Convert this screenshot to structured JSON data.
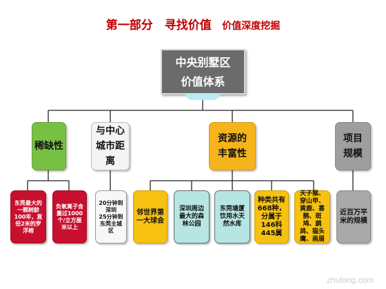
{
  "title": {
    "main": "第一部分　寻找价值",
    "sub": "价值深度挖掘"
  },
  "root": {
    "line1": "中央别墅区",
    "line2": "价值体系"
  },
  "categories": [
    {
      "label": "稀缺性"
    },
    {
      "line1": "与中心",
      "line2": "城市距离"
    },
    {
      "line1": "资源的",
      "line2": "丰富性"
    },
    {
      "line1": "项目",
      "line2": "规模"
    }
  ],
  "leaves": [
    "东莞最大的一颗树龄100年，直径2米的罗浮榕",
    "负氧离子含量过1000个/立方厘米以上",
    "20分钟到深圳\n25分钟到东莞主城区",
    "邻世界第一大球会",
    "深圳周边最大的森林公园",
    "东莞塘厦饮用水天然水库",
    "种类共有668种，分属于146科445属",
    "天子猴、穿山甲、黄鹿、喜鹊、斑鸠、鹧鸪、猫头鹰、画眉",
    "近百万平米的规模"
  ],
  "watermark": "zhulong.com"
}
